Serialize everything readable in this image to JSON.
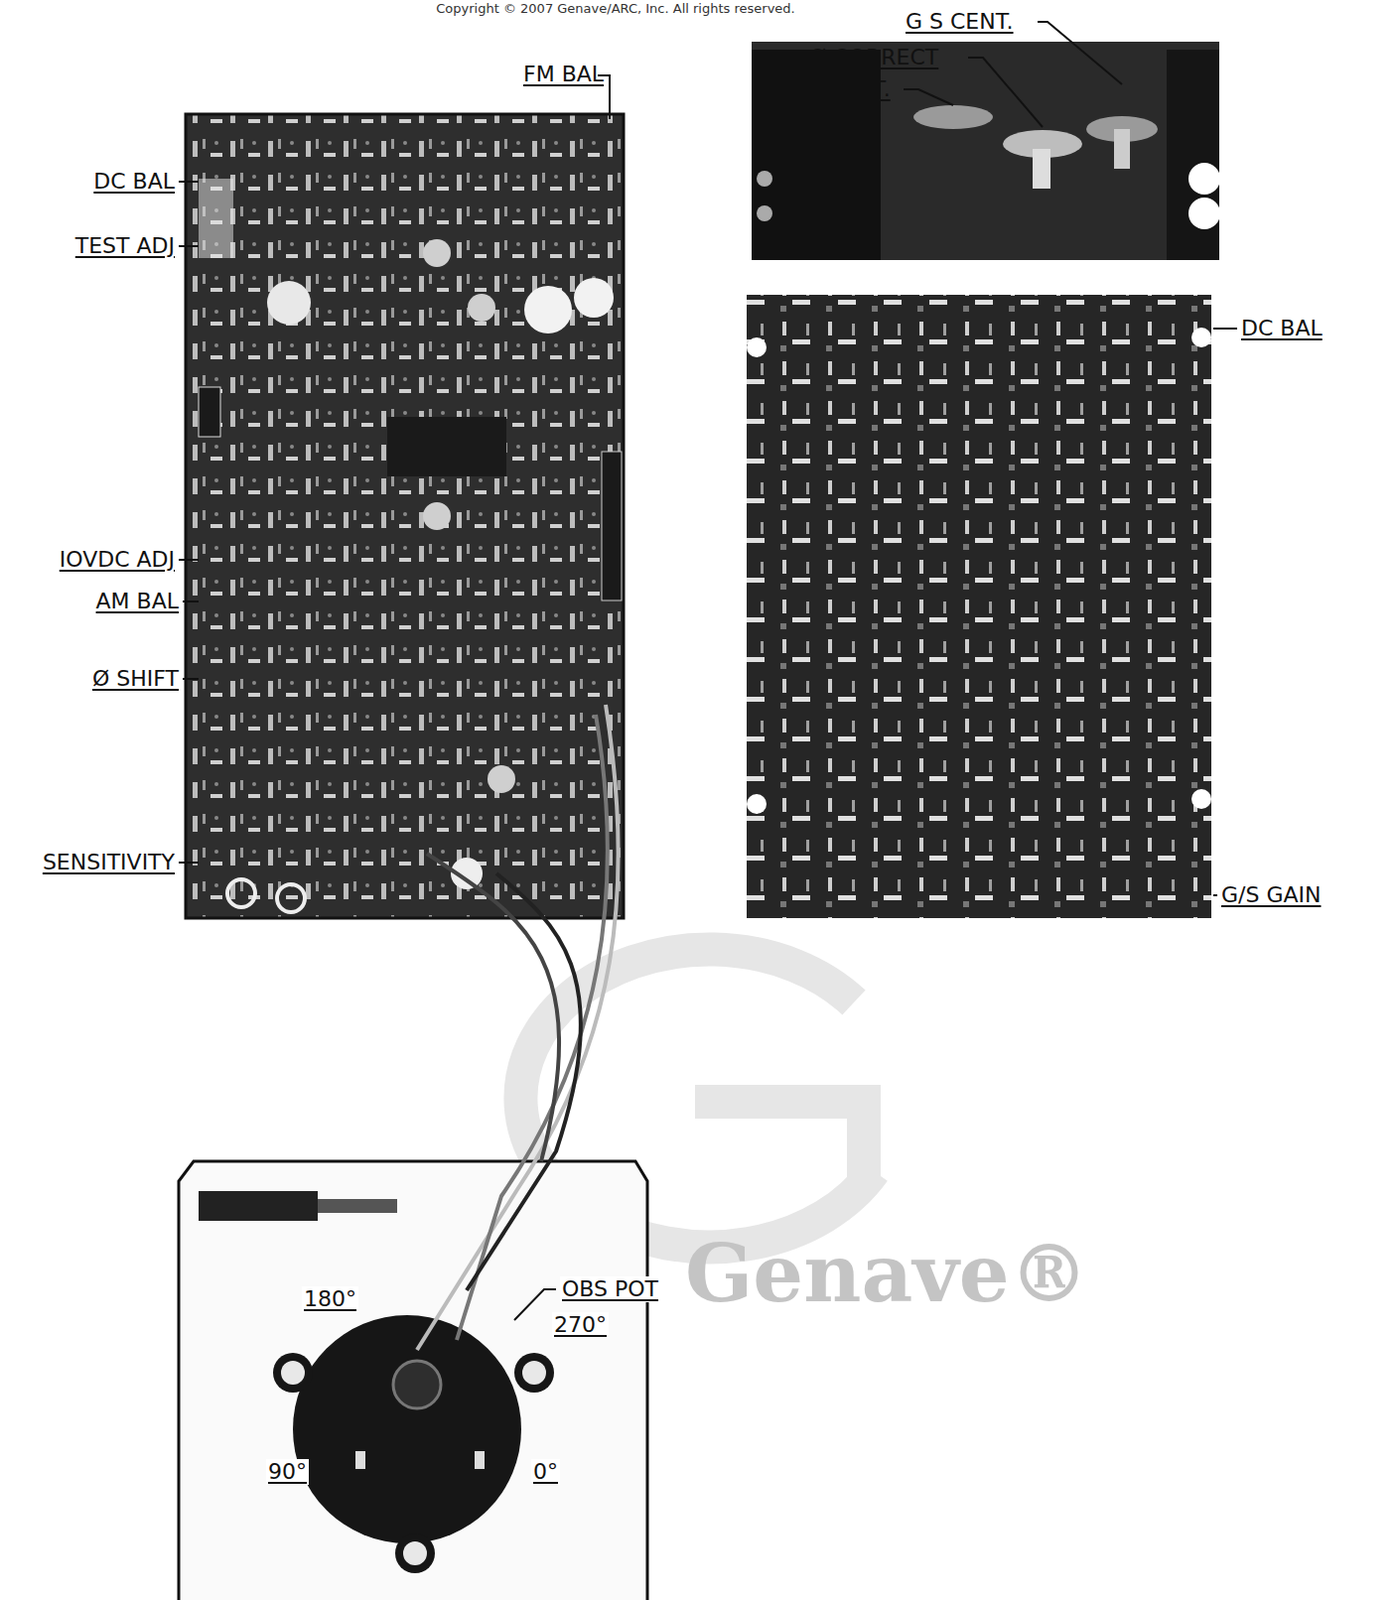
{
  "diagram": {
    "labels": [
      "Copyright © 2007 Genave/ARC, Inc. All rights reserved.",
      "FM BAL",
      "DC BAL",
      "TEST ADJ",
      "IOVDC ADJ",
      "AM BAL",
      "Ø SHIFT",
      "SENSITIVITY",
      "G S CENT.",
      "Ø CORRECT",
      "LOC CENT.",
      "DC BAL",
      "G/S GAIN",
      "OBS POT",
      "180°",
      "270°",
      "90°",
      "0°",
      "Genave®"
    ]
  }
}
